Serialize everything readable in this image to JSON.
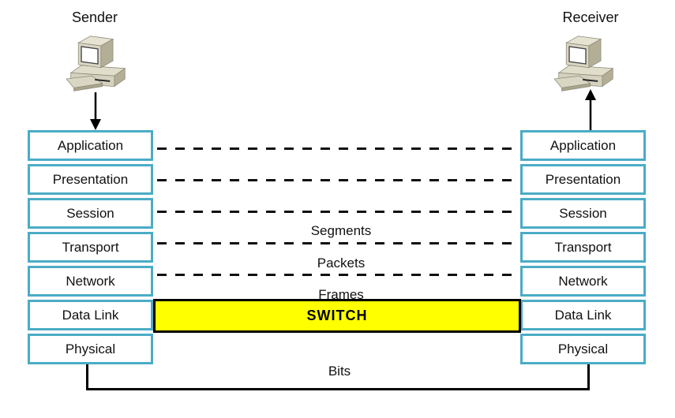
{
  "endpoints": {
    "sender": "Sender",
    "receiver": "Receiver"
  },
  "layers": [
    "Application",
    "Presentation",
    "Session",
    "Transport",
    "Network",
    "Data Link",
    "Physical"
  ],
  "pdu_labels": {
    "segments": "Segments",
    "packets": "Packets",
    "frames": "Frames",
    "bits": "Bits"
  },
  "switch": {
    "label": "SWITCH"
  },
  "icons": {
    "sender_computer": "computer-icon",
    "receiver_computer": "computer-icon",
    "sender_arrow": "arrow-down-icon",
    "receiver_arrow": "arrow-up-icon"
  },
  "colors": {
    "layer_border": "#4BACC6",
    "switch_fill": "#FFFF00",
    "switch_border": "#000000",
    "line_color": "#000000",
    "background": "#FFFFFF"
  }
}
